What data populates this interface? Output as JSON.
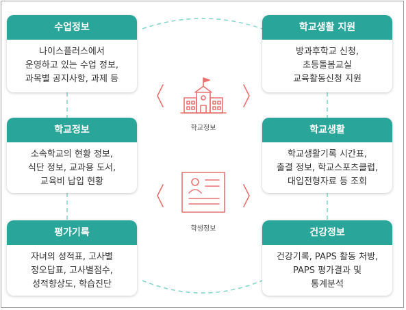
{
  "cards": [
    {
      "title": "수업정보",
      "lines": [
        "나이스플러스에서",
        "운영하고 있는 수업 정보,",
        "과목별 공지사항, 과제 등"
      ]
    },
    {
      "title": "학교생활 지원",
      "lines": [
        "방과후학교 신청,",
        "초등돌봄교실",
        "교육활동신청 지원"
      ]
    },
    {
      "title": "학교정보",
      "lines": [
        "소속학교의 현황 정보,",
        "식단 정보, 교과용 도서,",
        "교육비 납입 현황"
      ]
    },
    {
      "title": "학교생활",
      "lines": [
        "학교생활기록 시간표,",
        "출결 정보, 학교스포츠클럽,",
        "대입전형자료 등 조회"
      ]
    },
    {
      "title": "평가기록",
      "lines": [
        "자녀의 성적표, 고사별",
        "정오답표, 고사별점수,",
        "성적향상도, 학습진단"
      ]
    },
    {
      "title": "건강정보",
      "lines": [
        "건강기록, PAPS 활동 처방,",
        "PAPS 평가결과 및",
        "통계분석"
      ]
    }
  ],
  "center": {
    "school_label": "학교정보",
    "student_label": "학생정보"
  },
  "colors": {
    "header": "#2aa59a",
    "dashed": "#7fd3c8",
    "icon": "#e8706f"
  }
}
